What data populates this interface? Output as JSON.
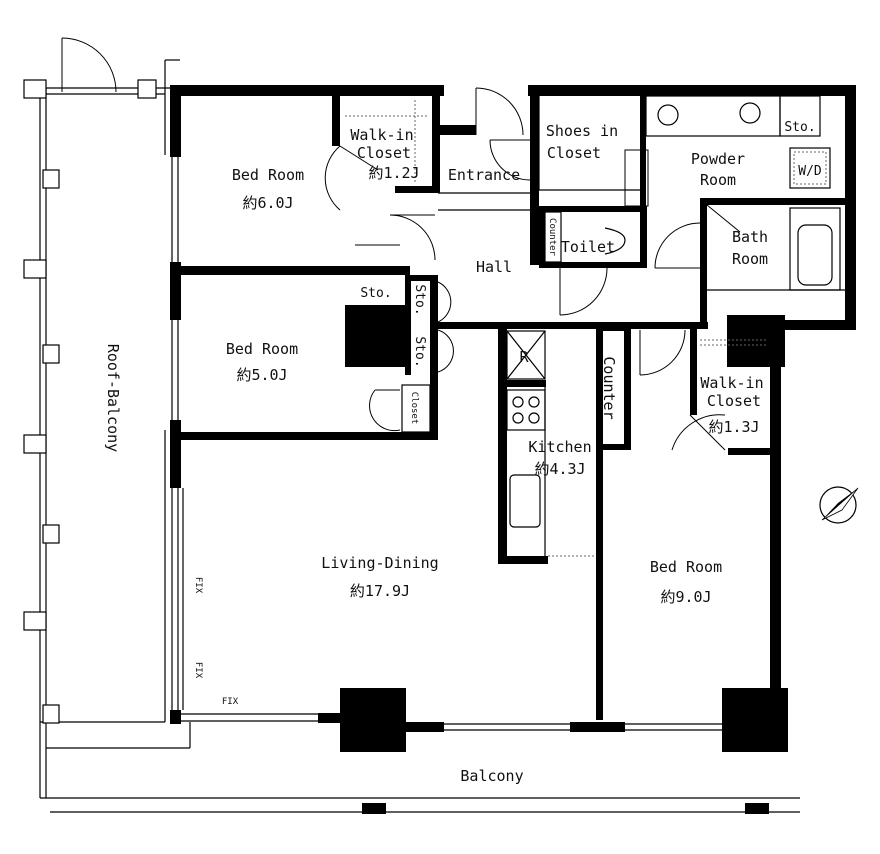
{
  "rooms": {
    "roof_balcony": "Roof-Balcony",
    "bed1": {
      "name": "Bed Room",
      "area": "約6.0J"
    },
    "walkin1": {
      "name1": "Walk-in",
      "name2": "Closet",
      "area": "約1.2J"
    },
    "entrance": "Entrance",
    "shoes": {
      "name1": "Shoes in",
      "name2": "Closet"
    },
    "powder": {
      "name1": "Powder",
      "name2": "Room"
    },
    "sto_top": "Sto.",
    "wd": "W/D",
    "counter_small": "Counter",
    "toilet": "Toilet",
    "bath": {
      "name1": "Bath",
      "name2": "Room"
    },
    "hall": "Hall",
    "sto_a": "Sto.",
    "sto_b": "Sto.",
    "sto_c": "Sto.",
    "bed2": {
      "name": "Bed Room",
      "area": "約5.0J"
    },
    "closet_small": "Closet",
    "fridge": "R",
    "counter": "Counter",
    "kitchen": {
      "name": "Kitchen",
      "area": "約4.3J"
    },
    "walkin2": {
      "name1": "Walk-in",
      "name2": "Closet",
      "area": "約1.3J"
    },
    "living": {
      "name": "Living-Dining",
      "area": "約17.9J"
    },
    "bed3": {
      "name": "Bed Room",
      "area": "約9.0J"
    },
    "balcony": "Balcony",
    "fix1": "FIX",
    "fix2": "FIX",
    "fix3": "FIX"
  },
  "icons": {
    "compass": "north-compass-icon"
  },
  "colors": {
    "wall": "#000000",
    "background": "#ffffff"
  }
}
